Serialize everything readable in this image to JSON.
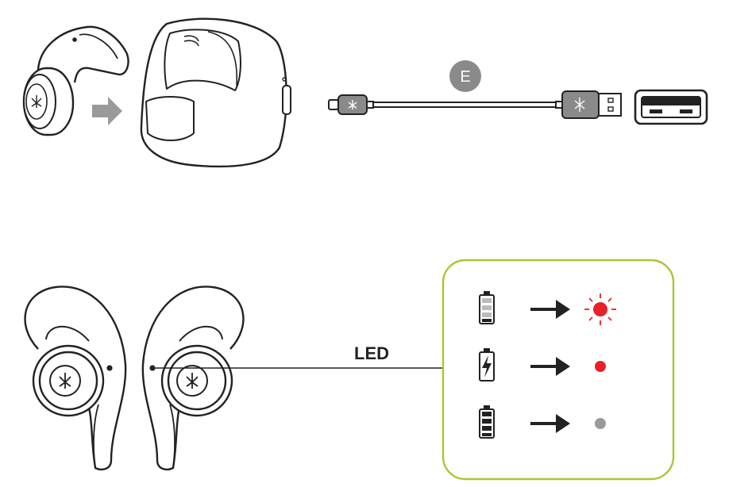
{
  "step_badge": {
    "label": "E",
    "color": "#8a8a8a"
  },
  "led_callout": {
    "label": "LED",
    "border_color": "#a6c832"
  },
  "led_legend": [
    {
      "battery_state": "low-battery",
      "battery_icon": "battery-low-icon",
      "led_state": "flashing",
      "led_color": "#e8202a"
    },
    {
      "battery_state": "charging",
      "battery_icon": "battery-charging-icon",
      "led_state": "solid",
      "led_color": "#e8202a"
    },
    {
      "battery_state": "fully-charged",
      "battery_icon": "battery-full-icon",
      "led_state": "off",
      "led_color": "#9a9a9a"
    }
  ],
  "colors": {
    "line": "#222222",
    "arrow_gray": "#9a9a9a"
  }
}
